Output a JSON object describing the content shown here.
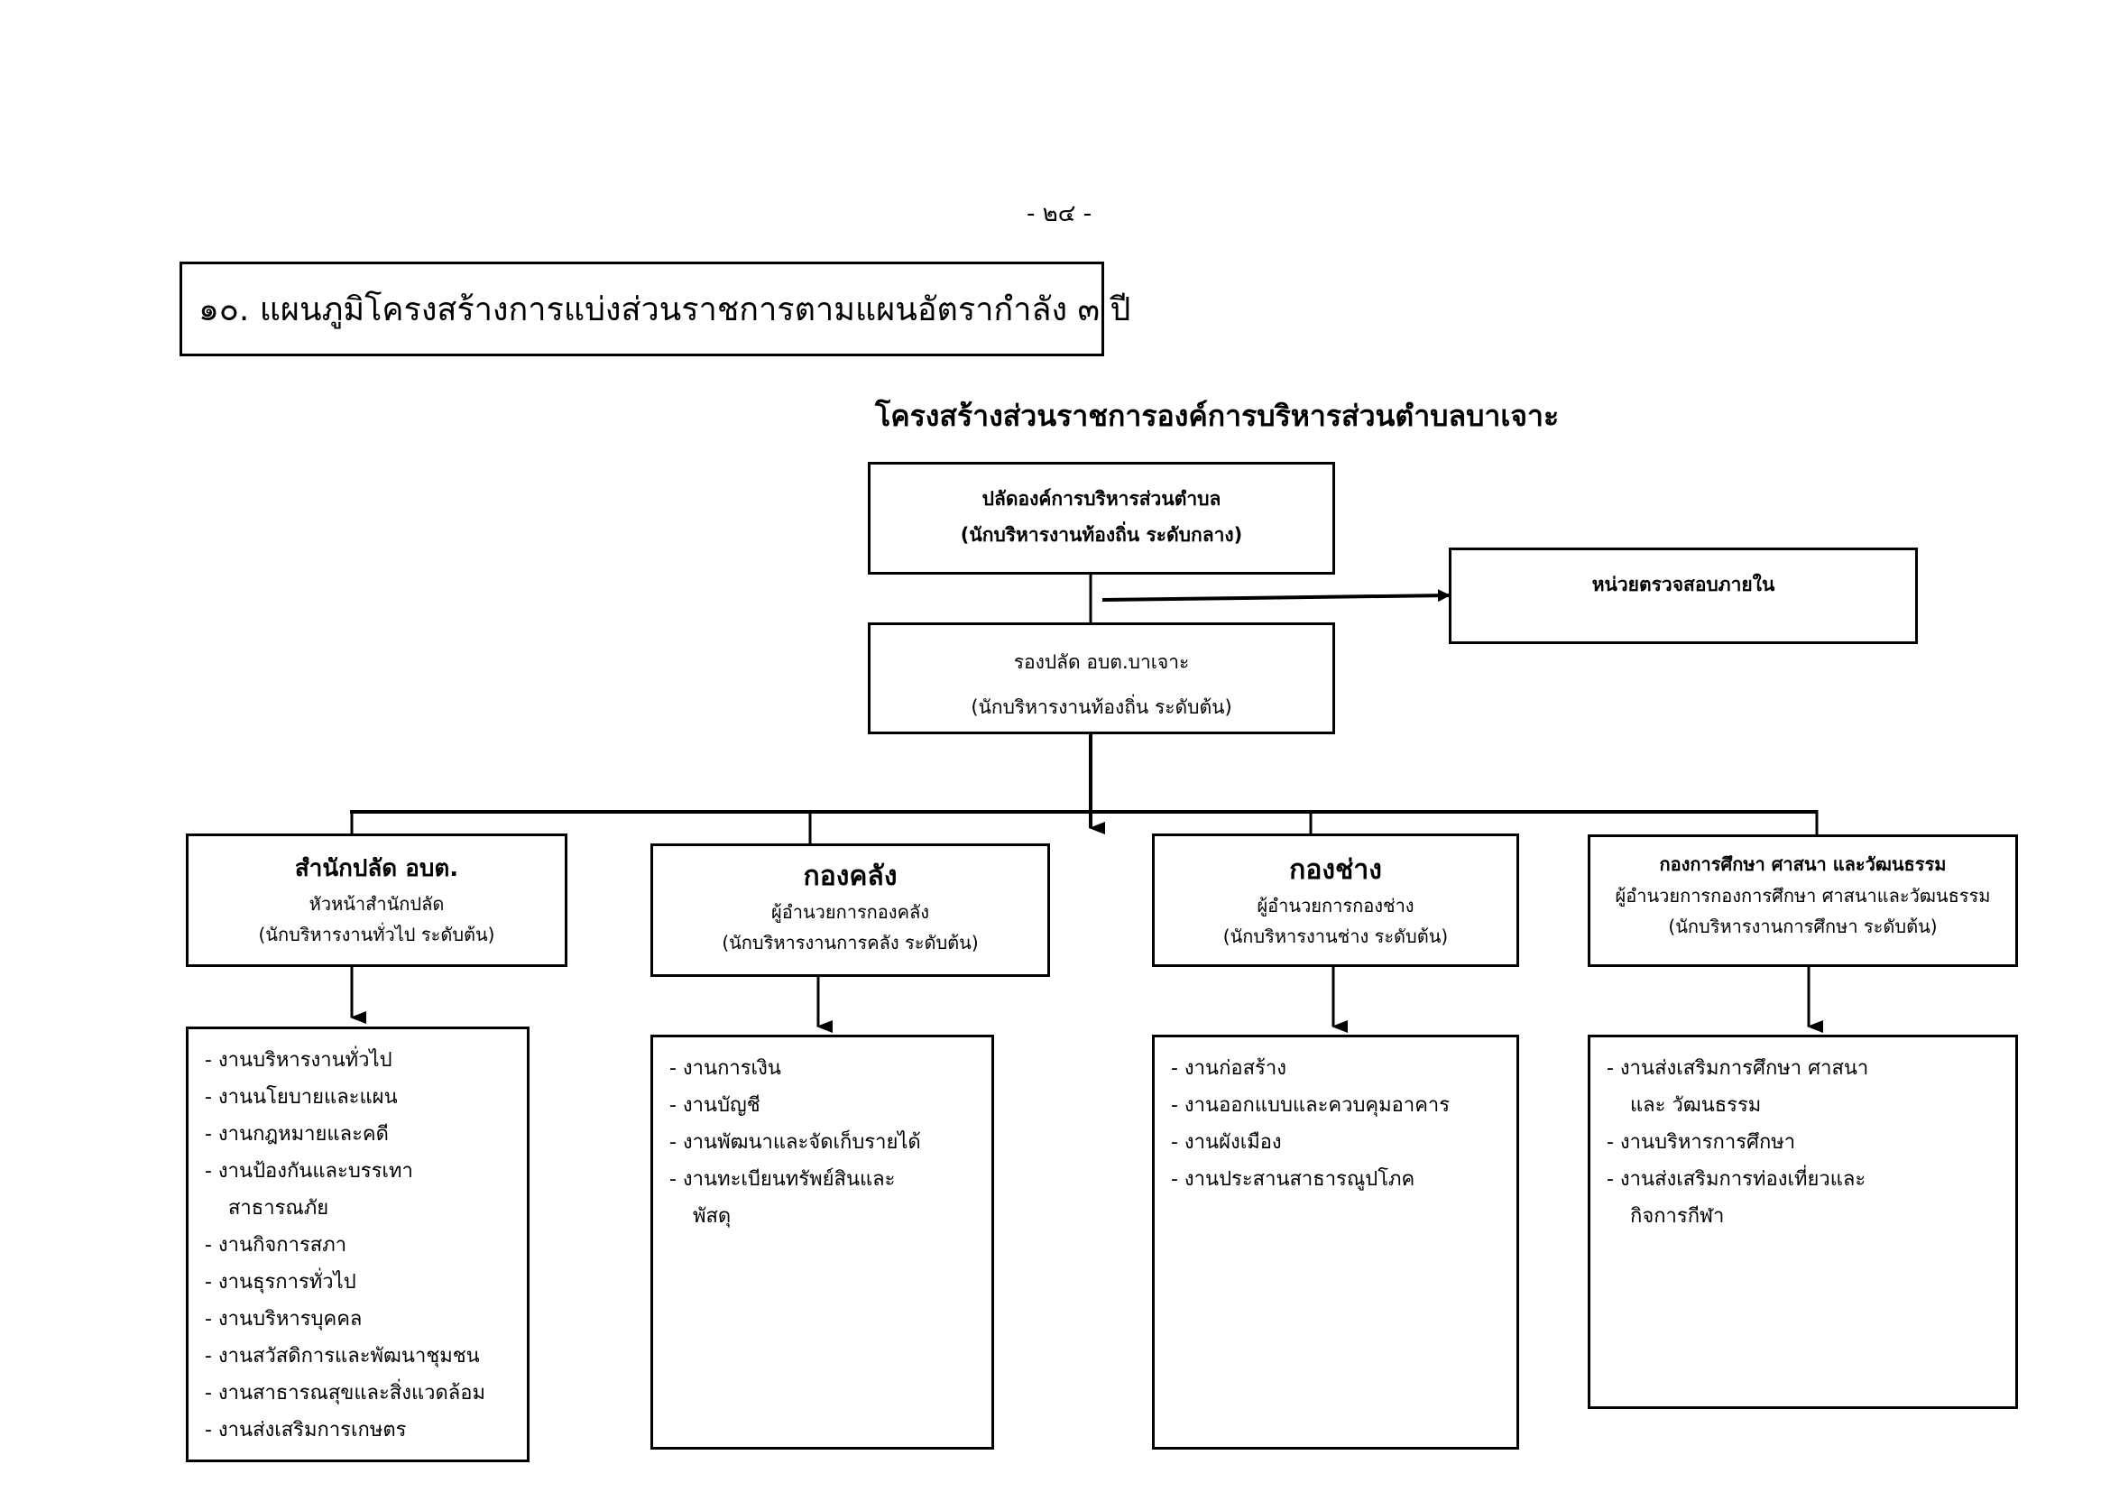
{
  "page_number": "- ๒๔ -",
  "section_title": "๑๐. แผนภูมิโครงสร้างการแบ่งส่วนราชการตามแผนอัตรากำลัง  ๓   ปี",
  "chart_title": "โครงสร้างส่วนราชการองค์การบริหารส่วนตำบลบาเจาะ",
  "top": {
    "title": "ปลัดองค์การบริหารส่วนตำบล",
    "subtitle": "(นักบริหารงานท้องถิ่น ระดับกลาง)"
  },
  "audit": {
    "title": "หน่วยตรวจสอบภายใน"
  },
  "deputy": {
    "title": "รองปลัด อบต.บาเจาะ",
    "subtitle": "(นักบริหารงานท้องถิ่น ระดับต้น)"
  },
  "divisions": [
    {
      "name": "สำนักปลัด อบต.",
      "head": "หัวหน้าสำนักปลัด",
      "level": "(นักบริหารงานทั่วไป ระดับต้น)",
      "tasks": [
        "- งานบริหารงานทั่วไป",
        "- งานนโยบายและแผน",
        "- งานกฎหมายและคดี",
        "- งานป้องกันและบรรเทา",
        "สาธารณภัย",
        "- งานกิจการสภา",
        "- งานธุรการทั่วไป",
        "- งานบริหารบุคคล",
        "- งานสวัสดิการและพัฒนาชุมชน",
        "- งานสาธารณสุขและสิ่งแวดล้อม",
        "- งานส่งเสริมการเกษตร"
      ]
    },
    {
      "name": "กองคลัง",
      "head": "ผู้อำนวยการกองคลัง",
      "level": "(นักบริหารงานการคลัง ระดับต้น)",
      "tasks": [
        "- งานการเงิน",
        "- งานบัญชี",
        "- งานพัฒนาและจัดเก็บรายได้",
        "- งานทะเบียนทรัพย์สินและ",
        "พัสดุ"
      ]
    },
    {
      "name": "กองช่าง",
      "head": "ผู้อำนวยการกองช่าง",
      "level": "(นักบริหารงานช่าง ระดับต้น)",
      "tasks": [
        "- งานก่อสร้าง",
        "- งานออกแบบและควบคุมอาคาร",
        "- งานผังเมือง",
        "- งานประสานสาธารณูปโภค"
      ]
    },
    {
      "name": "กองการศึกษา ศาสนา  และวัฒนธรรม",
      "head": "ผู้อำนวยการกองการศึกษา ศาสนาและวัฒนธรรม",
      "level": "(นักบริหารงานการศึกษา ระดับต้น)",
      "tasks": [
        "- งานส่งเสริมการศึกษา ศาสนา",
        "และ วัฒนธรรม",
        "- งานบริหารการศึกษา",
        "- งานส่งเสริมการท่องเที่ยวและ",
        "กิจการกีฬา"
      ]
    }
  ]
}
